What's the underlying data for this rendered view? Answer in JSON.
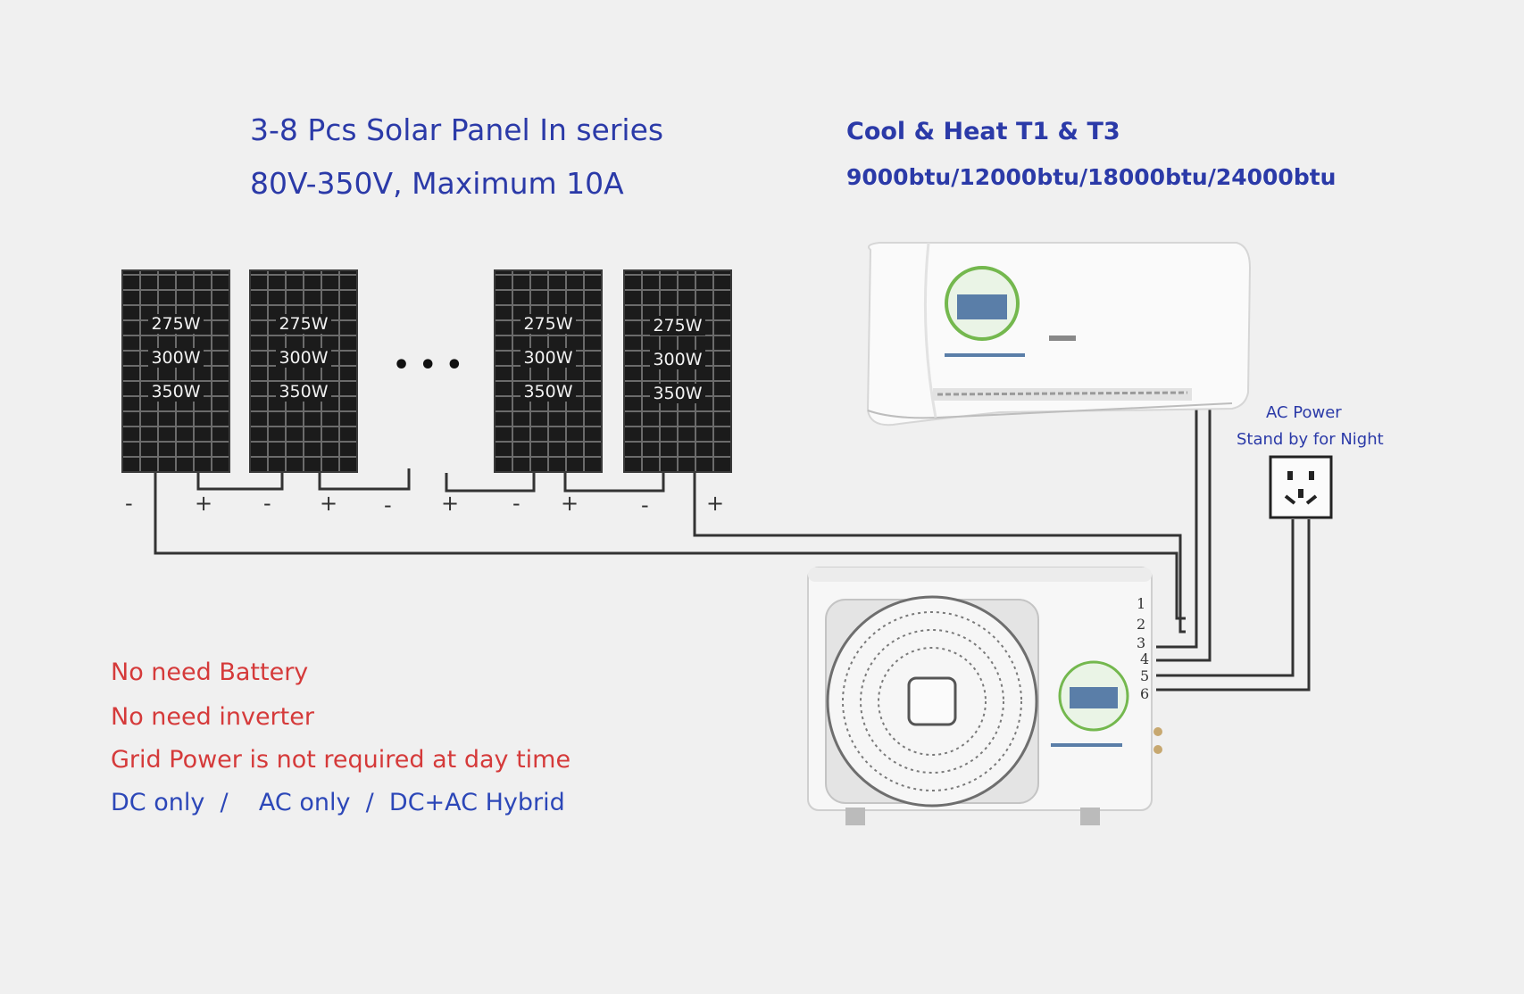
{
  "header_left": {
    "line1": "3-8 Pcs Solar Panel In series",
    "line2": "80V-350V, Maximum 10A"
  },
  "header_right": {
    "line1": "Cool & Heat   T1 & T3",
    "line2": "9000btu/12000btu/18000btu/24000btu"
  },
  "panels": [
    {
      "w1": "275W",
      "w2": "300W",
      "w3": "350W"
    },
    {
      "w1": "275W",
      "w2": "300W",
      "w3": "350W"
    },
    {
      "w1": "275W",
      "w2": "300W",
      "w3": "350W"
    },
    {
      "w1": "275W",
      "w2": "300W",
      "w3": "350W"
    }
  ],
  "ellipsis": "• • •",
  "polarity": [
    "-",
    "+",
    "-",
    "+",
    "-",
    "+",
    "-",
    "+",
    "-",
    "+"
  ],
  "ac_power": {
    "line1": "AC Power",
    "line2": "Stand by for Night"
  },
  "terminals": [
    "1",
    "2",
    "3",
    "4",
    "5",
    "6"
  ],
  "notes": {
    "line1": "No need Battery",
    "line2": "No need inverter",
    "line3": "Grid Power is not required at day time",
    "line4": "DC only  /    AC only  /  DC+AC Hybrid"
  },
  "colors": {
    "background": "#f0f0f0",
    "heading_blue": "#2b3aa8",
    "note_red": "#d53a3a",
    "note_blue": "#2c47b8",
    "panel": "#1b1b1b"
  },
  "icons": {
    "indoor_unit": "split-ac-indoor-unit",
    "outdoor_unit": "ac-outdoor-unit-fan",
    "socket": "wall-power-socket-icon",
    "logo": "solar-logo-badge"
  }
}
